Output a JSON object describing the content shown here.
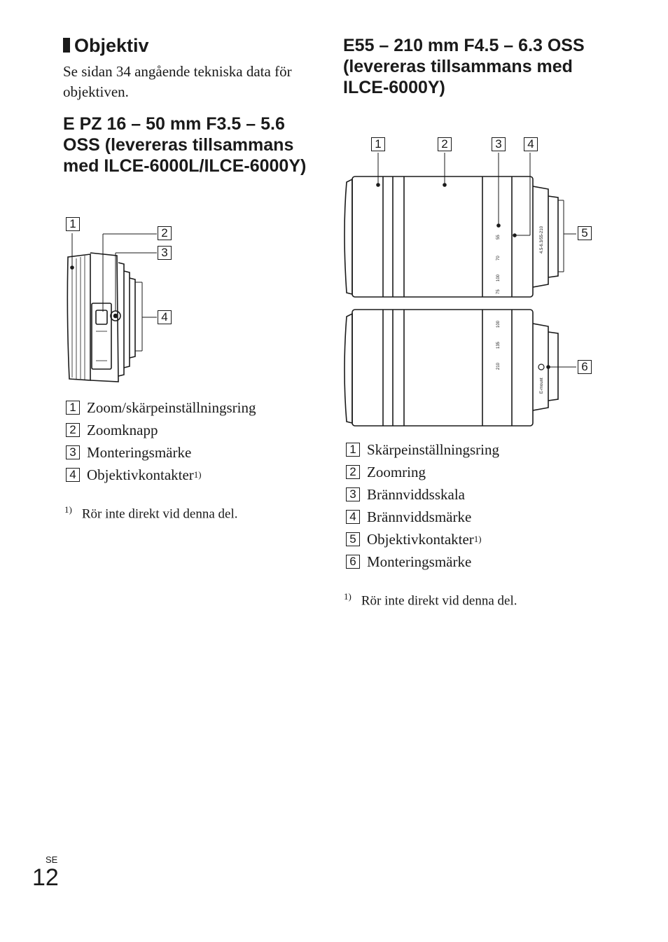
{
  "left": {
    "heading": "Objektiv",
    "intro": "Se sidan 34 angående tekniska data för objektiven.",
    "lens_title": "E PZ 16 – 50 mm F3.5 – 5.6 OSS (levereras tillsammans med ILCE-6000L/ILCE-6000Y)",
    "callouts": [
      "1",
      "2",
      "3",
      "4"
    ],
    "legend": [
      {
        "num": "1",
        "label": "Zoom/skärpeinställningsring",
        "sup": ""
      },
      {
        "num": "2",
        "label": "Zoomknapp",
        "sup": ""
      },
      {
        "num": "3",
        "label": "Monteringsmärke",
        "sup": ""
      },
      {
        "num": "4",
        "label": "Objektivkontakter",
        "sup": "1)"
      }
    ],
    "footnote": {
      "mark": "1)",
      "text": "Rör inte direkt vid denna del."
    }
  },
  "right": {
    "lens_title": "E55 – 210 mm F4.5 – 6.3 OSS (levereras tillsammans med ILCE-6000Y)",
    "callouts": [
      "1",
      "2",
      "3",
      "4",
      "5",
      "6"
    ],
    "barrel_marks": {
      "scale_top": [
        "55",
        "70",
        "100",
        "75"
      ],
      "model_text": "4.5-6.3/55-210",
      "scale_bottom": [
        "100",
        "135",
        "210"
      ],
      "mount_text": "E-mount"
    },
    "legend": [
      {
        "num": "1",
        "label": "Skärpeinställningsring",
        "sup": ""
      },
      {
        "num": "2",
        "label": "Zoomring",
        "sup": ""
      },
      {
        "num": "3",
        "label": "Brännviddsskala",
        "sup": ""
      },
      {
        "num": "4",
        "label": "Brännviddsmärke",
        "sup": ""
      },
      {
        "num": "5",
        "label": "Objektivkontakter",
        "sup": "1)"
      },
      {
        "num": "6",
        "label": "Monteringsmärke",
        "sup": ""
      }
    ],
    "footnote": {
      "mark": "1)",
      "text": "Rör inte direkt vid denna del."
    }
  },
  "footer": {
    "lang": "SE",
    "page": "12"
  }
}
